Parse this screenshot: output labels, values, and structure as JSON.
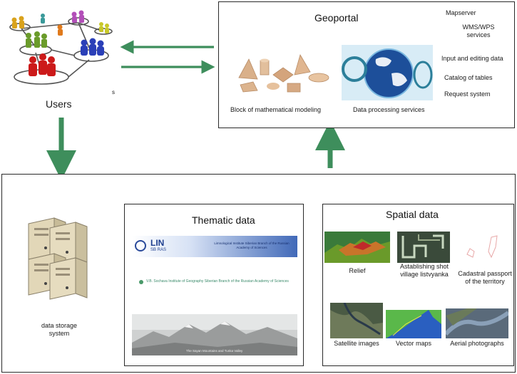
{
  "users": {
    "label": "Users",
    "stray_mark": "s"
  },
  "geoportal": {
    "title": "Geoportal",
    "services": [
      "Mapserver",
      "WMS/WPS services",
      "Input and editing data",
      "Catalog of tables",
      "Request system"
    ],
    "block_math": "Block of mathematical modeling",
    "block_data": "Data processing services"
  },
  "storage": {
    "label": "data storage system"
  },
  "thematic": {
    "title": "Thematic data",
    "banner_logo": "LIN",
    "banner_logo_sub": "SB RAS",
    "banner_text": "Limnological Institute Siberian Branch of the Russian Academy of Sciences",
    "link_text": "V.B. Sochava Institute of Geography Siberian Branch of the Russian Academy of Sciences",
    "photo_caption": "The Sayan Mountains and Tunka Valley"
  },
  "spatial": {
    "title": "Spatial data",
    "items": [
      {
        "label": "Relief"
      },
      {
        "label": "Astablishing shot village listvyanka"
      },
      {
        "label": "Cadastral passport of the territory"
      },
      {
        "label": "Satellite images"
      },
      {
        "label": "Vector maps"
      },
      {
        "label": "Aerial photographs"
      }
    ]
  },
  "colors": {
    "arrow": "#3e8e5c",
    "border": "#2a2a2a",
    "banner": "#4169b8"
  }
}
